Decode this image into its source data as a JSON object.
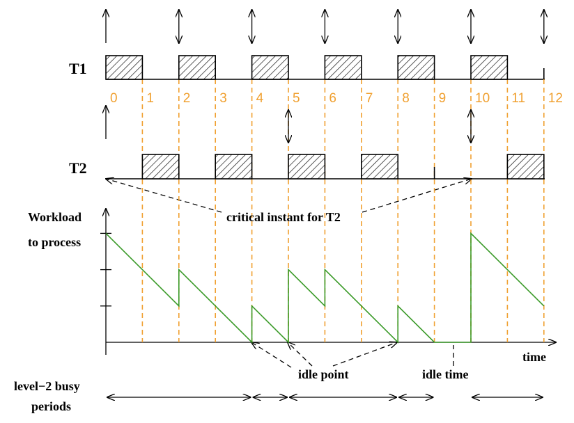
{
  "rows": {
    "t1_label": "T1",
    "t2_label": "T2"
  },
  "time_ticks": [
    "0",
    "1",
    "2",
    "3",
    "4",
    "5",
    "6",
    "7",
    "8",
    "9",
    "10",
    "11",
    "12"
  ],
  "workload_axis": {
    "label_line1": "Workload",
    "label_line2": "to process"
  },
  "annotations": {
    "critical_instant": "critical instant for T2",
    "idle_point": "idle point",
    "idle_time": "idle time",
    "time_axis": "time",
    "busy_periods_line1": "level−2 busy",
    "busy_periods_line2": "periods"
  },
  "schedule": {
    "t1_jobs": [
      [
        0,
        1
      ],
      [
        2,
        3
      ],
      [
        4,
        5
      ],
      [
        6,
        7
      ],
      [
        8,
        9
      ],
      [
        10,
        11
      ]
    ],
    "t1_arrivals": [
      0,
      2,
      4,
      6,
      8,
      10,
      12
    ],
    "t2_jobs": [
      [
        1,
        2
      ],
      [
        3,
        4
      ],
      [
        5,
        6
      ],
      [
        7,
        8
      ],
      [
        11,
        12
      ]
    ],
    "t2_arrivals": [
      0,
      5,
      10
    ],
    "t2_job_boundaries": [
      9
    ]
  },
  "workload": {
    "points": [
      [
        0,
        3
      ],
      [
        1,
        2
      ],
      [
        2,
        1
      ],
      [
        2,
        2
      ],
      [
        4,
        0
      ],
      [
        4,
        1
      ],
      [
        5,
        0
      ],
      [
        5,
        2
      ],
      [
        6,
        1
      ],
      [
        6,
        2
      ],
      [
        8,
        0
      ],
      [
        8,
        1
      ],
      [
        9,
        0
      ],
      [
        10,
        0
      ],
      [
        10,
        3
      ],
      [
        12,
        1
      ]
    ],
    "y_ticks": [
      1,
      2,
      3
    ]
  },
  "busy_periods": [
    [
      0,
      4
    ],
    [
      4,
      5
    ],
    [
      5,
      8
    ],
    [
      8,
      9
    ],
    [
      10,
      12
    ]
  ],
  "colors": {
    "tick_color": "#f0a030",
    "workload_line": "#3a9a28",
    "ink": "#000000"
  }
}
